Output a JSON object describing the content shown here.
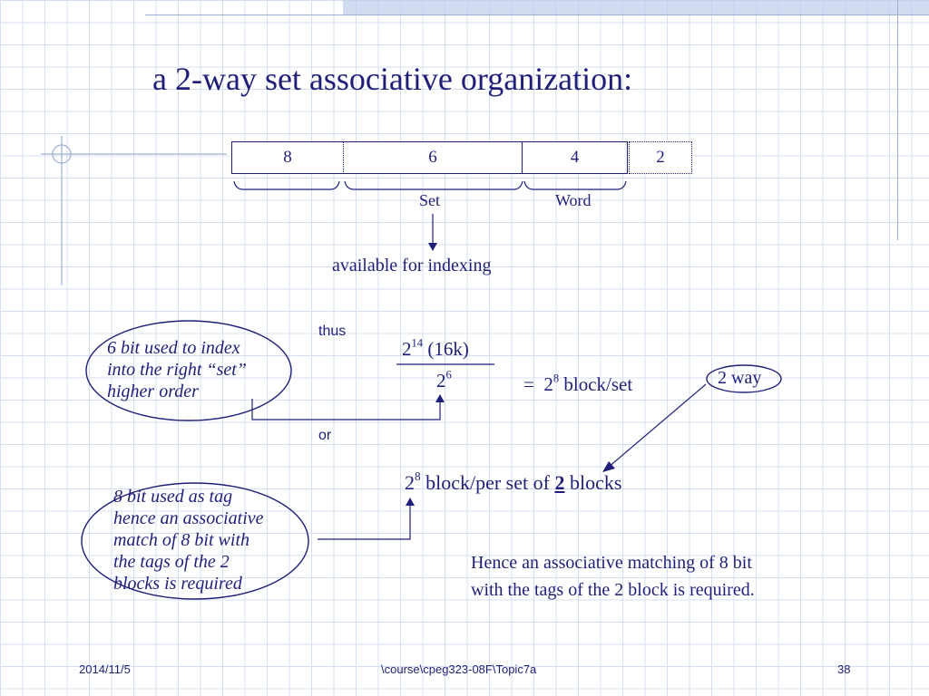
{
  "slide": {
    "title": "a 2-way set associative organization:",
    "address_fields": [
      "8",
      "6",
      "4",
      "2"
    ],
    "brace_labels": {
      "set": "Set",
      "word": "Word"
    },
    "indexing_label": "available for indexing",
    "thus_label": "thus",
    "or_label": "or",
    "fraction": {
      "num_base": "2",
      "num_exp": "14",
      "num_suffix": " (16k)",
      "den_base": "2",
      "den_exp": "6",
      "rhs_prefix": "=  2",
      "rhs_exp": "8",
      "rhs_suffix": " block/set"
    },
    "two_way_label": "2 way",
    "note_6bit": [
      "6 bit used to index",
      "into the right “set”",
      "higher order"
    ],
    "note_8bit": [
      "8 bit used as tag",
      "hence an associative",
      "match of 8 bit with",
      "the tags of the 2",
      "blocks is required"
    ],
    "blocks_line": {
      "base": "2",
      "exp": "8",
      "middle": " block/per set of ",
      "bold": "2",
      "end": " blocks"
    },
    "conclusion": [
      "Hence an associative matching of 8 bit",
      "with the tags of the 2 block is required."
    ]
  },
  "footer": {
    "date": "2014/11/5",
    "path": "\\course\\cpeg323-08F\\Topic7a",
    "page": "38"
  },
  "colors": {
    "text": "#1f1f7a",
    "grid": "#d5dff2",
    "accent_bar": "#bfcdeb"
  }
}
